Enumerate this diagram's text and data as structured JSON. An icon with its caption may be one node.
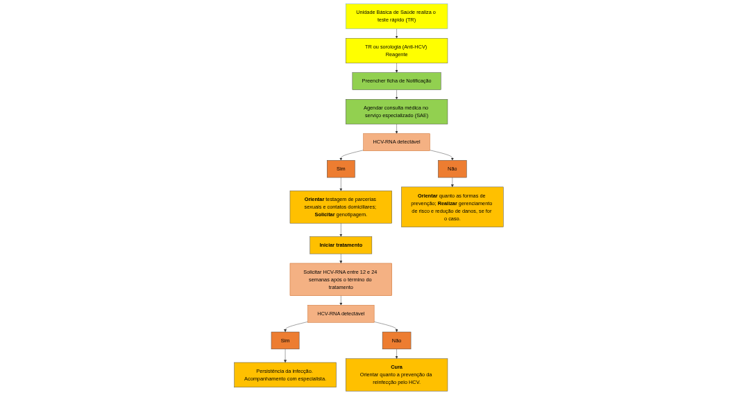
{
  "diagram": {
    "nodes": [
      {
        "text": [
          "Unidade Básica de Saúde realiza o teste rápido (TR)"
        ]
      },
      {
        "text": [
          "TR ou sorologia (Anti-HCV) Reagente"
        ]
      },
      {
        "text": [
          "Preencher ficha de Notificação"
        ]
      },
      {
        "text": [
          "Agendar consulta médica no serviço especializado (SAE)"
        ]
      },
      {
        "text": [
          "**Orientar** testagem de parcerias sexuais e contatos domiciliares; **Solicitar** genotipagem."
        ]
      },
      {
        "text": [
          "Sim"
        ]
      },
      {
        "text": [
          "HCV-RNA detectável"
        ]
      },
      {
        "text": [
          "Não"
        ]
      },
      {
        "text": [
          "**Orientar** quanto as formas de prevenção; **Realizar** gerenciamento de risco e redução de danos, se for o caso."
        ]
      },
      {
        "text": [
          "Iniciar tratamento"
        ]
      },
      {
        "text": [
          "Solicitar HCV-RNA entre 12 e 24 semanas após o término do tratamento"
        ]
      },
      {
        "text": [
          "Persistência da infecção. Acompanhamento com especialista."
        ]
      },
      {
        "text": [
          "Sim"
        ]
      },
      {
        "text": [
          "HCV-RNA detectável"
        ]
      },
      {
        "text": [
          "Não"
        ]
      },
      {
        "text": [
          "Cura",
          "Orientar quanto a prevenção da reinfecção pelo HCV."
        ]
      }
    ],
    "edges": [
      {
        "from": 0,
        "to": 1,
        "arrow": "to"
      },
      {
        "from": 1,
        "to": 2,
        "arrow": "to"
      },
      {
        "from": 2,
        "to": 3,
        "arrow": "to"
      },
      {
        "from": 3,
        "to": 6,
        "arrow": "to"
      },
      {
        "from": 6,
        "to": 5,
        "arrow": "to"
      },
      {
        "from": 5,
        "to": 4,
        "arrow": "to"
      },
      {
        "from": 6,
        "to": 7,
        "arrow": "to"
      },
      {
        "from": 7,
        "to": 8,
        "arrow": "to"
      },
      {
        "from": 4,
        "to": 9,
        "arrow": "to"
      },
      {
        "from": 9,
        "to": 10,
        "arrow": "to"
      },
      {
        "from": 10,
        "to": 13,
        "arrow": "to"
      },
      {
        "from": 13,
        "to": 12,
        "arrow": "to"
      },
      {
        "from": 12,
        "to": 11,
        "arrow": "to"
      },
      {
        "from": 13,
        "to": 14,
        "arrow": "to"
      },
      {
        "from": 14,
        "to": 15,
        "arrow": "to"
      }
    ]
  }
}
